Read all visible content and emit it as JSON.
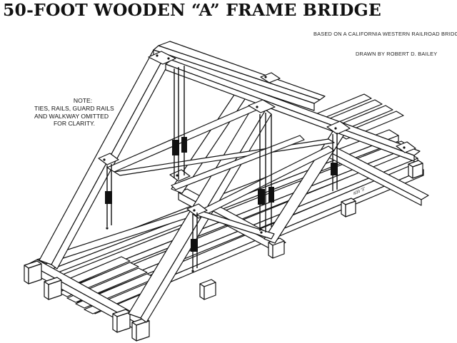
{
  "header": {
    "title": "50-FOOT WOODEN “A” FRAME BRIDGE",
    "based_on": "BASED ON A CALIFORNIA WESTERN RAILROAD BRIDGE",
    "drawn_by": "DRAWN BY ROBERT D. BAILEY"
  },
  "note": {
    "heading": "NOTE:",
    "lines": [
      "TIES, RAILS, GUARD RAILS",
      "AND WALKWAY OMITTED",
      "FOR CLARITY."
    ]
  },
  "dimension_label": "400 '3\"",
  "colors": {
    "ink": "#111111",
    "paper": "#ffffff"
  }
}
